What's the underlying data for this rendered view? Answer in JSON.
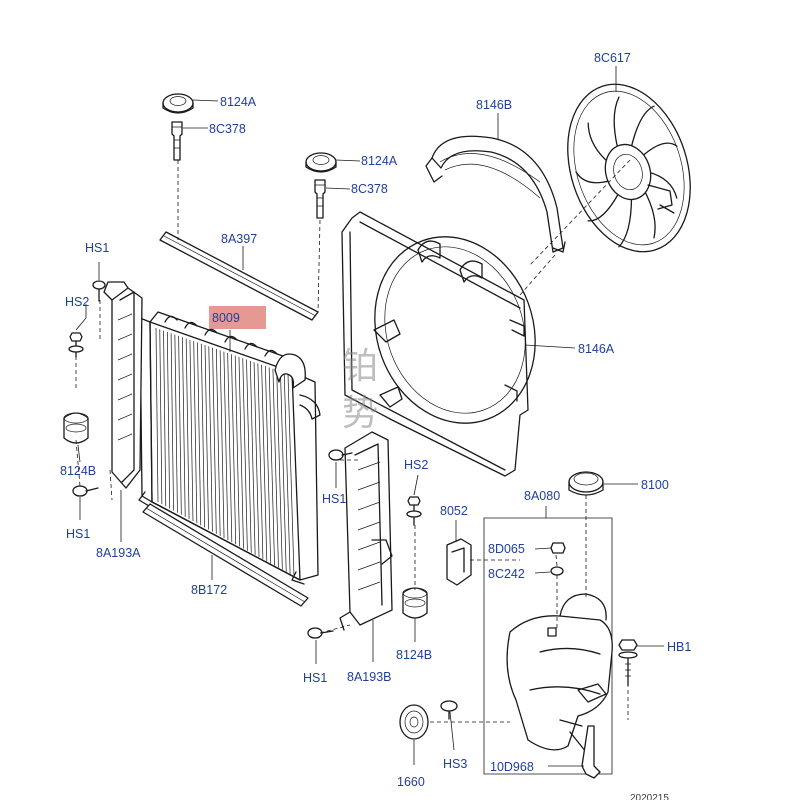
{
  "diagram": {
    "highlight_color": "#e2877f",
    "label_color": "#1f3f9f",
    "watermark": [
      "铂",
      "势"
    ],
    "drawing_code": "2020215",
    "callouts": [
      {
        "id": "8124A-top",
        "text": "8124A"
      },
      {
        "id": "8C378-top",
        "text": "8C378"
      },
      {
        "id": "8124A-mid",
        "text": "8124A"
      },
      {
        "id": "8C378-mid",
        "text": "8C378"
      },
      {
        "id": "8A397",
        "text": "8A397"
      },
      {
        "id": "8146B",
        "text": "8146B"
      },
      {
        "id": "8C617",
        "text": "8C617"
      },
      {
        "id": "HS1-top",
        "text": "HS1"
      },
      {
        "id": "HS2-left",
        "text": "HS2"
      },
      {
        "id": "8009",
        "text": "8009"
      },
      {
        "id": "8146A",
        "text": "8146A"
      },
      {
        "id": "8124B-left",
        "text": "8124B"
      },
      {
        "id": "HS1-left",
        "text": "HS1"
      },
      {
        "id": "8A193A",
        "text": "8A193A"
      },
      {
        "id": "HS1-center",
        "text": "HS1"
      },
      {
        "id": "HS2-center",
        "text": "HS2"
      },
      {
        "id": "8052",
        "text": "8052"
      },
      {
        "id": "8A080",
        "text": "8A080"
      },
      {
        "id": "8100",
        "text": "8100"
      },
      {
        "id": "8D065",
        "text": "8D065"
      },
      {
        "id": "8C242",
        "text": "8C242"
      },
      {
        "id": "8B172",
        "text": "8B172"
      },
      {
        "id": "8124B-right",
        "text": "8124B"
      },
      {
        "id": "HB1",
        "text": "HB1"
      },
      {
        "id": "HS1-bottom",
        "text": "HS1"
      },
      {
        "id": "8A193B",
        "text": "8A193B"
      },
      {
        "id": "1660",
        "text": "1660"
      },
      {
        "id": "HS3",
        "text": "HS3"
      },
      {
        "id": "10D968",
        "text": "10D968"
      }
    ]
  }
}
